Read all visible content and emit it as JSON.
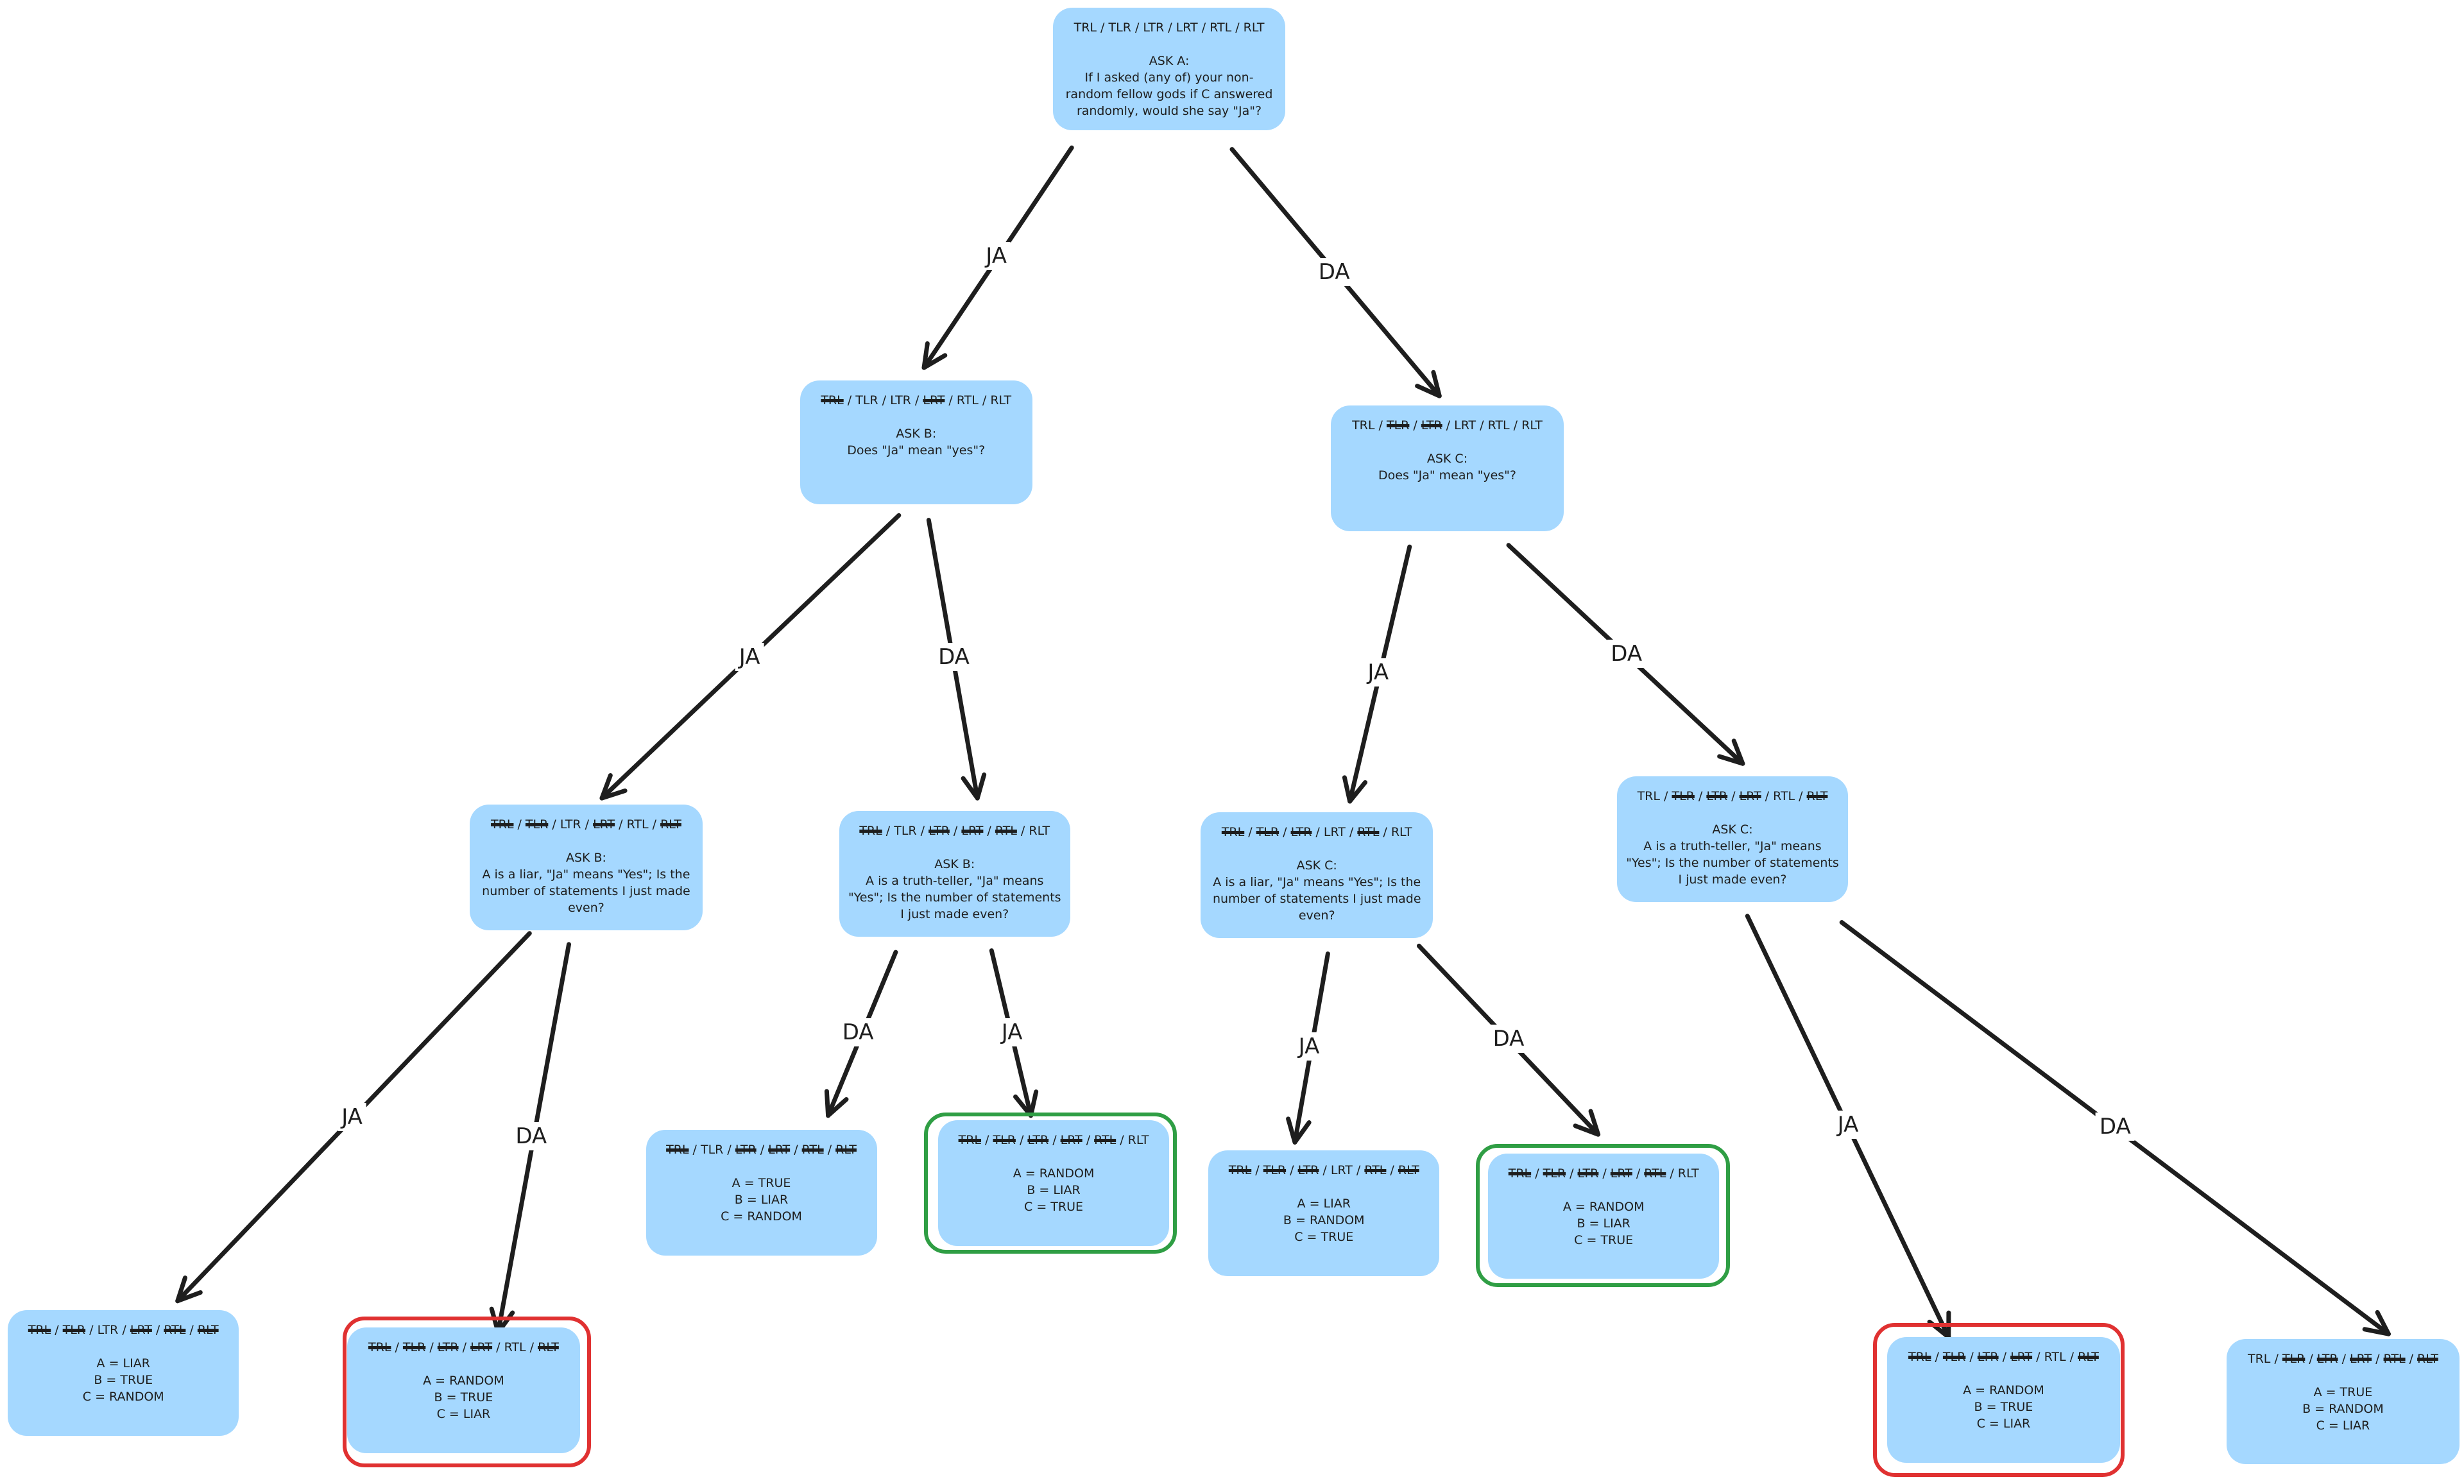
{
  "colors": {
    "node_fill": "#a5d8ff",
    "edge": "#1e1e1e",
    "success_frame": "#2f9e44",
    "failure_frame": "#e03131"
  },
  "nodes": [
    {
      "id": "root",
      "options": [
        {
          "text": "TRL",
          "struck": false
        },
        {
          "text": "TLR",
          "struck": false
        },
        {
          "text": "LTR",
          "struck": false
        },
        {
          "text": "LRT",
          "struck": false
        },
        {
          "text": "RTL",
          "struck": false
        },
        {
          "text": "RLT",
          "struck": false
        }
      ],
      "lines": [
        "ASK A:",
        "If I asked (any of) your non-random fellow gods if C answered randomly, would she say \"Ja\"?"
      ]
    },
    {
      "id": "b1",
      "options": [
        {
          "text": "TRL",
          "struck": true
        },
        {
          "text": "TLR",
          "struck": false
        },
        {
          "text": "LTR",
          "struck": false
        },
        {
          "text": "LRT",
          "struck": true
        },
        {
          "text": "RTL",
          "struck": false
        },
        {
          "text": "RLT",
          "struck": false
        }
      ],
      "lines": [
        "ASK B:",
        "Does \"Ja\" mean \"yes\"?"
      ]
    },
    {
      "id": "c1",
      "options": [
        {
          "text": "TRL",
          "struck": false
        },
        {
          "text": "TLR",
          "struck": true
        },
        {
          "text": "LTR",
          "struck": true
        },
        {
          "text": "LRT",
          "struck": false
        },
        {
          "text": "RTL",
          "struck": false
        },
        {
          "text": "RLT",
          "struck": false
        }
      ],
      "lines": [
        "ASK C:",
        "Does \"Ja\" mean \"yes\"?"
      ]
    },
    {
      "id": "ll",
      "options": [
        {
          "text": "TRL",
          "struck": true
        },
        {
          "text": "TLR",
          "struck": true
        },
        {
          "text": "LTR",
          "struck": false
        },
        {
          "text": "LRT",
          "struck": true
        },
        {
          "text": "RTL",
          "struck": false
        },
        {
          "text": "RLT",
          "struck": true
        }
      ],
      "lines": [
        "ASK B:",
        "A is a liar, \"Ja\" means \"Yes\"; Is the number of statements I just made even?"
      ]
    },
    {
      "id": "lr",
      "options": [
        {
          "text": "TRL",
          "struck": true
        },
        {
          "text": "TLR",
          "struck": false
        },
        {
          "text": "LTR",
          "struck": true
        },
        {
          "text": "LRT",
          "struck": true
        },
        {
          "text": "RTL",
          "struck": true
        },
        {
          "text": "RLT",
          "struck": false
        }
      ],
      "lines": [
        "ASK B:",
        "A is a truth-teller, \"Ja\" means \"Yes\"; Is the number of statements I just made even?"
      ]
    },
    {
      "id": "rl",
      "options": [
        {
          "text": "TRL",
          "struck": true
        },
        {
          "text": "TLR",
          "struck": true
        },
        {
          "text": "LTR",
          "struck": true
        },
        {
          "text": "LRT",
          "struck": false
        },
        {
          "text": "RTL",
          "struck": true
        },
        {
          "text": "RLT",
          "struck": false
        }
      ],
      "lines": [
        "ASK C:",
        "A is a liar, \"Ja\" means \"Yes\"; Is the number of statements I just made even?"
      ]
    },
    {
      "id": "rr",
      "options": [
        {
          "text": "TRL",
          "struck": false
        },
        {
          "text": "TLR",
          "struck": true
        },
        {
          "text": "LTR",
          "struck": true
        },
        {
          "text": "LRT",
          "struck": true
        },
        {
          "text": "RTL",
          "struck": false
        },
        {
          "text": "RLT",
          "struck": true
        }
      ],
      "lines": [
        "ASK C:",
        "A is a truth-teller, \"Ja\" means \"Yes\"; Is the number of statements I just made even?"
      ]
    },
    {
      "id": "leaf1",
      "options": [
        {
          "text": "TRL",
          "struck": true
        },
        {
          "text": "TLR",
          "struck": true
        },
        {
          "text": "LTR",
          "struck": false
        },
        {
          "text": "LRT",
          "struck": true
        },
        {
          "text": "RTL",
          "struck": true
        },
        {
          "text": "RLT",
          "struck": true
        }
      ],
      "lines": [
        "A = LIAR",
        "B = TRUE",
        "C = RANDOM"
      ]
    },
    {
      "id": "leaf2",
      "frame": "failure",
      "options": [
        {
          "text": "TRL",
          "struck": true
        },
        {
          "text": "TLR",
          "struck": true
        },
        {
          "text": "LTR",
          "struck": true
        },
        {
          "text": "LRT",
          "struck": true
        },
        {
          "text": "RTL",
          "struck": false
        },
        {
          "text": "RLT",
          "struck": true
        }
      ],
      "lines": [
        "A = RANDOM",
        "B = TRUE",
        "C = LIAR"
      ]
    },
    {
      "id": "leaf3",
      "options": [
        {
          "text": "TRL",
          "struck": true
        },
        {
          "text": "TLR",
          "struck": false
        },
        {
          "text": "LTR",
          "struck": true
        },
        {
          "text": "LRT",
          "struck": true
        },
        {
          "text": "RTL",
          "struck": true
        },
        {
          "text": "RLT",
          "struck": true
        }
      ],
      "lines": [
        "A = TRUE",
        "B = LIAR",
        "C = RANDOM"
      ]
    },
    {
      "id": "leaf4",
      "frame": "success",
      "options": [
        {
          "text": "TRL",
          "struck": true
        },
        {
          "text": "TLR",
          "struck": true
        },
        {
          "text": "LTR",
          "struck": true
        },
        {
          "text": "LRT",
          "struck": true
        },
        {
          "text": "RTL",
          "struck": true
        },
        {
          "text": "RLT",
          "struck": false
        }
      ],
      "lines": [
        "A = RANDOM",
        "B = LIAR",
        "C = TRUE"
      ]
    },
    {
      "id": "leaf5",
      "options": [
        {
          "text": "TRL",
          "struck": true
        },
        {
          "text": "TLR",
          "struck": true
        },
        {
          "text": "LTR",
          "struck": true
        },
        {
          "text": "LRT",
          "struck": false
        },
        {
          "text": "RTL",
          "struck": true
        },
        {
          "text": "RLT",
          "struck": true
        }
      ],
      "lines": [
        "A = LIAR",
        "B = RANDOM",
        "C = TRUE"
      ]
    },
    {
      "id": "leaf6",
      "frame": "success",
      "options": [
        {
          "text": "TRL",
          "struck": true
        },
        {
          "text": "TLR",
          "struck": true
        },
        {
          "text": "LTR",
          "struck": true
        },
        {
          "text": "LRT",
          "struck": true
        },
        {
          "text": "RTL",
          "struck": true
        },
        {
          "text": "RLT",
          "struck": false
        }
      ],
      "lines": [
        "A = RANDOM",
        "B = LIAR",
        "C = TRUE"
      ]
    },
    {
      "id": "leaf7",
      "frame": "failure",
      "options": [
        {
          "text": "TRL",
          "struck": true
        },
        {
          "text": "TLR",
          "struck": true
        },
        {
          "text": "LTR",
          "struck": true
        },
        {
          "text": "LRT",
          "struck": true
        },
        {
          "text": "RTL",
          "struck": false
        },
        {
          "text": "RLT",
          "struck": true
        }
      ],
      "lines": [
        "A = RANDOM",
        "B = TRUE",
        "C = LIAR"
      ]
    },
    {
      "id": "leaf8",
      "options": [
        {
          "text": "TRL",
          "struck": false
        },
        {
          "text": "TLR",
          "struck": true
        },
        {
          "text": "LTR",
          "struck": true
        },
        {
          "text": "LRT",
          "struck": true
        },
        {
          "text": "RTL",
          "struck": true
        },
        {
          "text": "RLT",
          "struck": true
        }
      ],
      "lines": [
        "A = TRUE",
        "B = RANDOM",
        "C = LIAR"
      ]
    }
  ],
  "edges": [
    {
      "from": "root",
      "to": "b1",
      "label": "JA"
    },
    {
      "from": "root",
      "to": "c1",
      "label": "DA"
    },
    {
      "from": "b1",
      "to": "ll",
      "label": "JA"
    },
    {
      "from": "b1",
      "to": "lr",
      "label": "DA"
    },
    {
      "from": "c1",
      "to": "rl",
      "label": "JA"
    },
    {
      "from": "c1",
      "to": "rr",
      "label": "DA"
    },
    {
      "from": "ll",
      "to": "leaf1",
      "label": "JA"
    },
    {
      "from": "ll",
      "to": "leaf2",
      "label": "DA"
    },
    {
      "from": "lr",
      "to": "leaf3",
      "label": "DA"
    },
    {
      "from": "lr",
      "to": "leaf4",
      "label": "JA"
    },
    {
      "from": "rl",
      "to": "leaf5",
      "label": "JA"
    },
    {
      "from": "rl",
      "to": "leaf6",
      "label": "DA"
    },
    {
      "from": "rr",
      "to": "leaf7",
      "label": "JA"
    },
    {
      "from": "rr",
      "to": "leaf8",
      "label": "DA"
    }
  ]
}
